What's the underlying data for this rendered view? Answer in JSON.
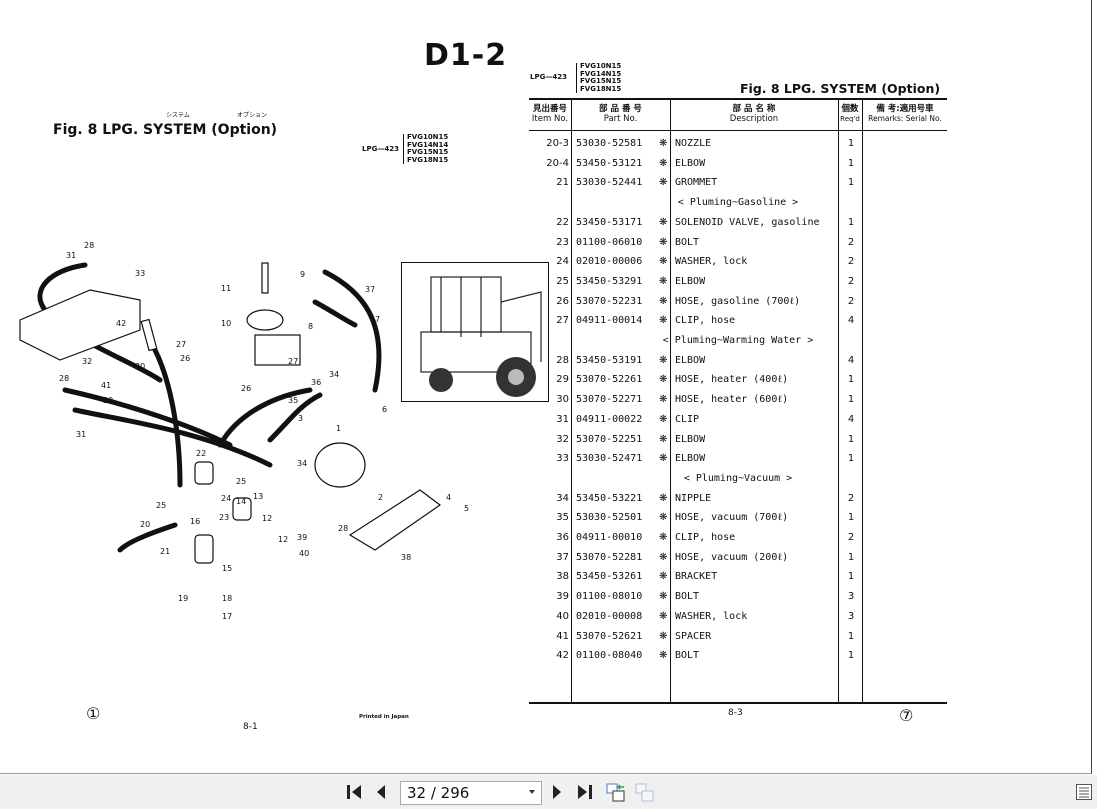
{
  "viewer": {
    "page_indicator": "32 / 296",
    "buttons": {
      "first": "first-page",
      "prev": "previous-page",
      "next": "next-page",
      "last": "last-page"
    }
  },
  "left_page": {
    "fig_title": "Fig. 8  LPG. SYSTEM (Option)",
    "furigana_system": "システム",
    "furigana_option": "オプション",
    "model_group": "LPG—423",
    "models": [
      "FVG10N15",
      "FVG14N14",
      "FVG15N15",
      "FVG18N15"
    ],
    "page_number": "8-1",
    "circled_number": "①",
    "printed": "Printed in Japan",
    "callouts": [
      "28",
      "31",
      "33",
      "42",
      "32",
      "41",
      "28",
      "30",
      "29",
      "31",
      "27",
      "26",
      "11",
      "10",
      "9",
      "8",
      "37",
      "7",
      "27",
      "26",
      "36",
      "34",
      "35",
      "3",
      "6",
      "1",
      "2",
      "4",
      "5",
      "22",
      "25",
      "24",
      "14",
      "23",
      "25",
      "13",
      "12",
      "34",
      "20",
      "21",
      "16",
      "15",
      "19",
      "18",
      "17",
      "28",
      "39",
      "40",
      "38",
      "12"
    ]
  },
  "right_page": {
    "heading": "D1-2",
    "model_group": "LPG—423",
    "models": [
      "FVG10N15",
      "FVG14N15",
      "FVG15N15",
      "FVG18N15"
    ],
    "fig_title": "Fig. 8  LPG. SYSTEM (Option)",
    "headers": {
      "item_jp": "見出番号",
      "item": "Item No.",
      "part_jp": "部 品 番 号",
      "part": "Part No.",
      "desc_jp": "部  品  名  称",
      "desc": "Description",
      "qty_jp": "個数",
      "qty": "Req'd",
      "remarks_jp": "備 考:適用号車",
      "remarks": "Remarks: Serial No."
    },
    "rows": [
      {
        "item": "20-3",
        "part": "53030-52581",
        "desc": "NOZZLE",
        "qty": "1"
      },
      {
        "item": "20-4",
        "part": "53450-53121",
        "desc": "ELBOW",
        "qty": "1"
      },
      {
        "item": "21",
        "part": "53030-52441",
        "desc": "GROMMET",
        "qty": "1"
      },
      {
        "section": "< Pluming~Gasoline >"
      },
      {
        "item": "22",
        "part": "53450-53171",
        "desc": "SOLENOID VALVE, gasoline",
        "qty": "1"
      },
      {
        "item": "23",
        "part": "01100-06010",
        "desc": "BOLT",
        "qty": "2"
      },
      {
        "item": "24",
        "part": "02010-00006",
        "desc": "WASHER, lock",
        "qty": "2"
      },
      {
        "item": "25",
        "part": "53450-53291",
        "desc": "ELBOW",
        "qty": "2"
      },
      {
        "item": "26",
        "part": "53070-52231",
        "desc": "HOSE, gasoline (700ℓ)",
        "qty": "2"
      },
      {
        "item": "27",
        "part": "04911-00014",
        "desc": "CLIP, hose",
        "qty": "4"
      },
      {
        "section": "< Pluming~Warming Water >"
      },
      {
        "item": "28",
        "part": "53450-53191",
        "desc": "ELBOW",
        "qty": "4"
      },
      {
        "item": "29",
        "part": "53070-52261",
        "desc": "HOSE, heater (400ℓ)",
        "qty": "1"
      },
      {
        "item": "30",
        "part": "53070-52271",
        "desc": "HOSE, heater (600ℓ)",
        "qty": "1"
      },
      {
        "item": "31",
        "part": "04911-00022",
        "desc": "CLIP",
        "qty": "4"
      },
      {
        "item": "32",
        "part": "53070-52251",
        "desc": "ELBOW",
        "qty": "1"
      },
      {
        "item": "33",
        "part": "53030-52471",
        "desc": "ELBOW",
        "qty": "1"
      },
      {
        "section": "< Pluming~Vacuum >"
      },
      {
        "item": "34",
        "part": "53450-53221",
        "desc": "NIPPLE",
        "qty": "2"
      },
      {
        "item": "35",
        "part": "53030-52501",
        "desc": "HOSE, vacuum (700ℓ)",
        "qty": "1"
      },
      {
        "item": "36",
        "part": "04911-00010",
        "desc": "CLIP, hose",
        "qty": "2"
      },
      {
        "item": "37",
        "part": "53070-52281",
        "desc": "HOSE, vacuum (200ℓ)",
        "qty": "1"
      },
      {
        "item": "38",
        "part": "53450-53261",
        "desc": "BRACKET",
        "qty": "1"
      },
      {
        "item": "39",
        "part": "01100-08010",
        "desc": "BOLT",
        "qty": "3"
      },
      {
        "item": "40",
        "part": "02010-00008",
        "desc": "WASHER, lock",
        "qty": "3"
      },
      {
        "item": "41",
        "part": "53070-52621",
        "desc": "SPACER",
        "qty": "1"
      },
      {
        "item": "42",
        "part": "01100-08040",
        "desc": "BOLT",
        "qty": "1"
      }
    ],
    "page_number": "8-3",
    "circled_number": "⑦"
  }
}
